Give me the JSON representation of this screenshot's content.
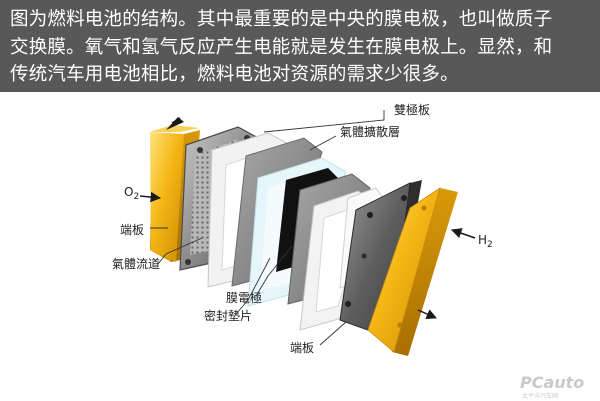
{
  "caption": {
    "lines": [
      "图为燃料电池的结构。其中最重要的是中央的膜电极，也叫做质子",
      "交换膜。氧气和氢气反应产生电能就是发生在膜电极上。显然，和",
      "传统汽车用电池相比，燃料电池对资源的需求少很多。"
    ]
  },
  "diagram": {
    "labels": {
      "bipolar_plate": "雙極板",
      "gas_diffusion_layer": "氣體擴散層",
      "o2": "O",
      "o2_sub": "2",
      "h2": "H",
      "h2_sub": "2",
      "end_plate_left": "端板",
      "flow_channel": "氣體流道",
      "mea": "膜電極",
      "gasket": "密封墊片",
      "end_plate_right": "端板"
    },
    "colors": {
      "caption_bg": "#585858",
      "gold": "#f2b213",
      "steel": "#8a8a8a",
      "black_membrane": "#111111",
      "cyan_membrane": "#dff3f8"
    }
  },
  "watermark": {
    "text": "PCauto",
    "subtext": "太平洋汽车网"
  }
}
